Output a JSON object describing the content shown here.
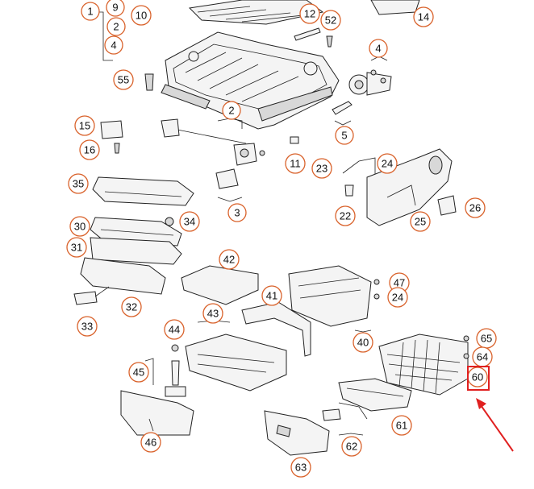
{
  "diagram": {
    "callouts": [
      {
        "label": "1",
        "id": "c1"
      },
      {
        "label": "9",
        "id": "c9"
      },
      {
        "label": "10",
        "id": "c10"
      },
      {
        "label": "2",
        "id": "c2a"
      },
      {
        "label": "4",
        "id": "c4a"
      },
      {
        "label": "12",
        "id": "c12"
      },
      {
        "label": "52",
        "id": "c52"
      },
      {
        "label": "14",
        "id": "c14"
      },
      {
        "label": "4",
        "id": "c4b"
      },
      {
        "label": "55",
        "id": "c55"
      },
      {
        "label": "2",
        "id": "c2b"
      },
      {
        "label": "15",
        "id": "c15"
      },
      {
        "label": "16",
        "id": "c16"
      },
      {
        "label": "5",
        "id": "c5"
      },
      {
        "label": "11",
        "id": "c11"
      },
      {
        "label": "23",
        "id": "c23"
      },
      {
        "label": "24",
        "id": "c24a"
      },
      {
        "label": "35",
        "id": "c35"
      },
      {
        "label": "3",
        "id": "c3"
      },
      {
        "label": "26",
        "id": "c26"
      },
      {
        "label": "22",
        "id": "c22"
      },
      {
        "label": "25",
        "id": "c25"
      },
      {
        "label": "34",
        "id": "c34"
      },
      {
        "label": "30",
        "id": "c30"
      },
      {
        "label": "31",
        "id": "c31"
      },
      {
        "label": "42",
        "id": "c42"
      },
      {
        "label": "47",
        "id": "c47"
      },
      {
        "label": "24",
        "id": "c24b"
      },
      {
        "label": "32",
        "id": "c32"
      },
      {
        "label": "41",
        "id": "c41"
      },
      {
        "label": "33",
        "id": "c33"
      },
      {
        "label": "43",
        "id": "c43"
      },
      {
        "label": "44",
        "id": "c44"
      },
      {
        "label": "40",
        "id": "c40"
      },
      {
        "label": "65",
        "id": "c65"
      },
      {
        "label": "64",
        "id": "c64"
      },
      {
        "label": "45",
        "id": "c45"
      },
      {
        "label": "60",
        "id": "c60"
      },
      {
        "label": "61",
        "id": "c61"
      },
      {
        "label": "46",
        "id": "c46"
      },
      {
        "label": "62",
        "id": "c62"
      },
      {
        "label": "63",
        "id": "c63"
      }
    ],
    "highlight": {
      "target": "60",
      "color": "#e02020"
    },
    "accent_color": "#d9622b"
  }
}
